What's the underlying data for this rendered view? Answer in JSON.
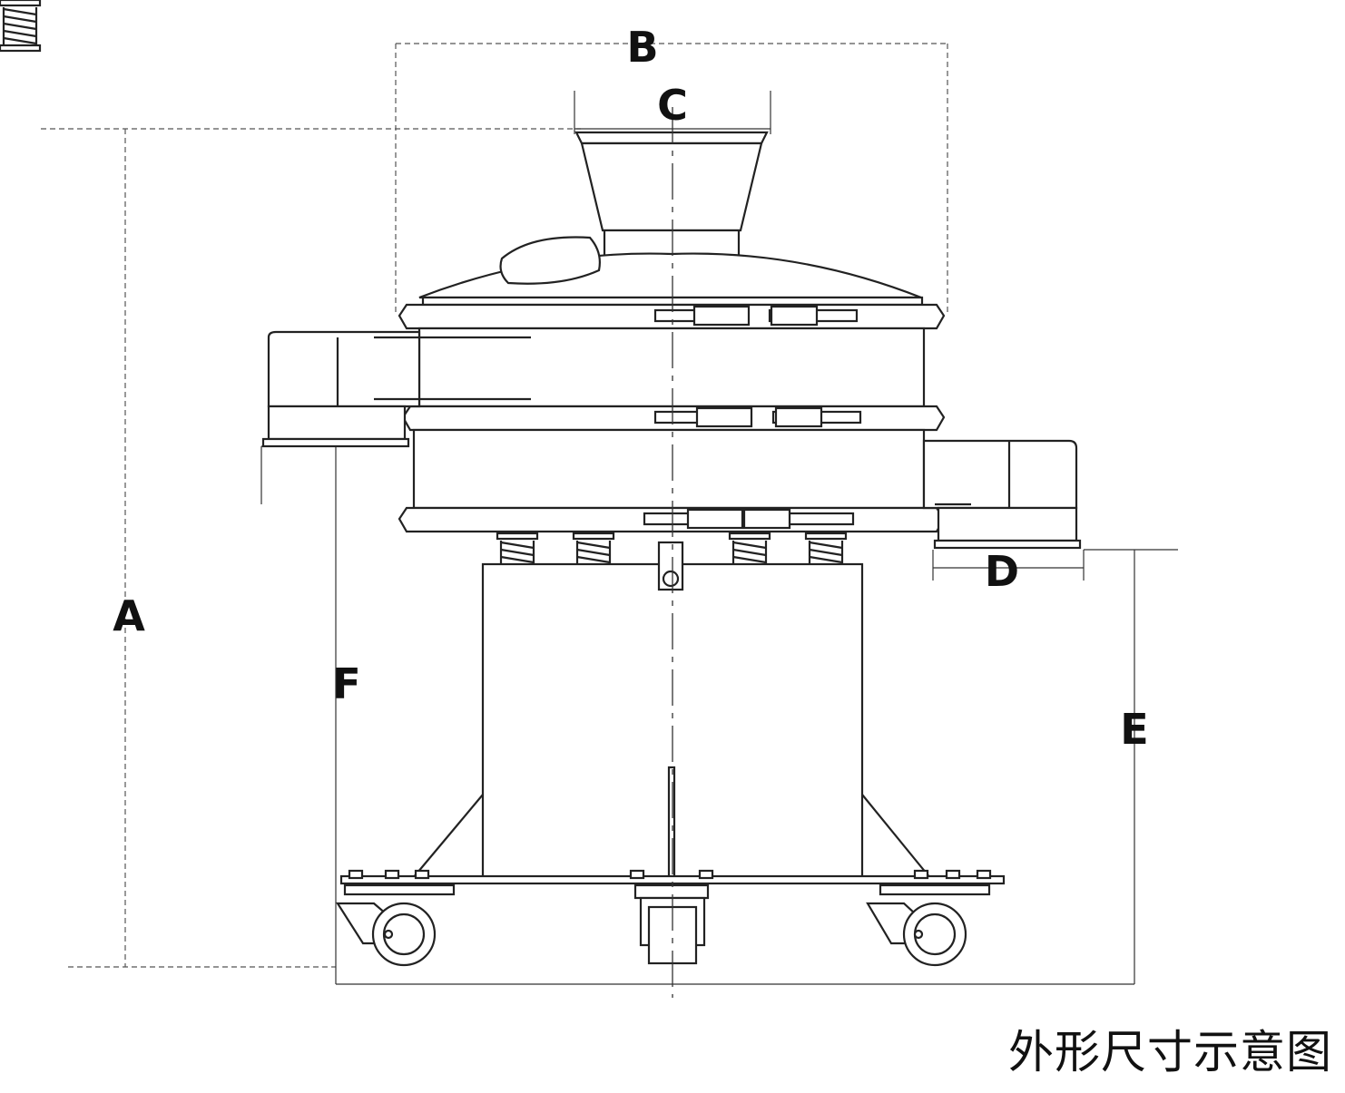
{
  "dimensions": {
    "A": "A",
    "B": "B",
    "C": "C",
    "D": "D",
    "E": "E",
    "F": "F"
  },
  "caption": "外形尺寸示意图"
}
